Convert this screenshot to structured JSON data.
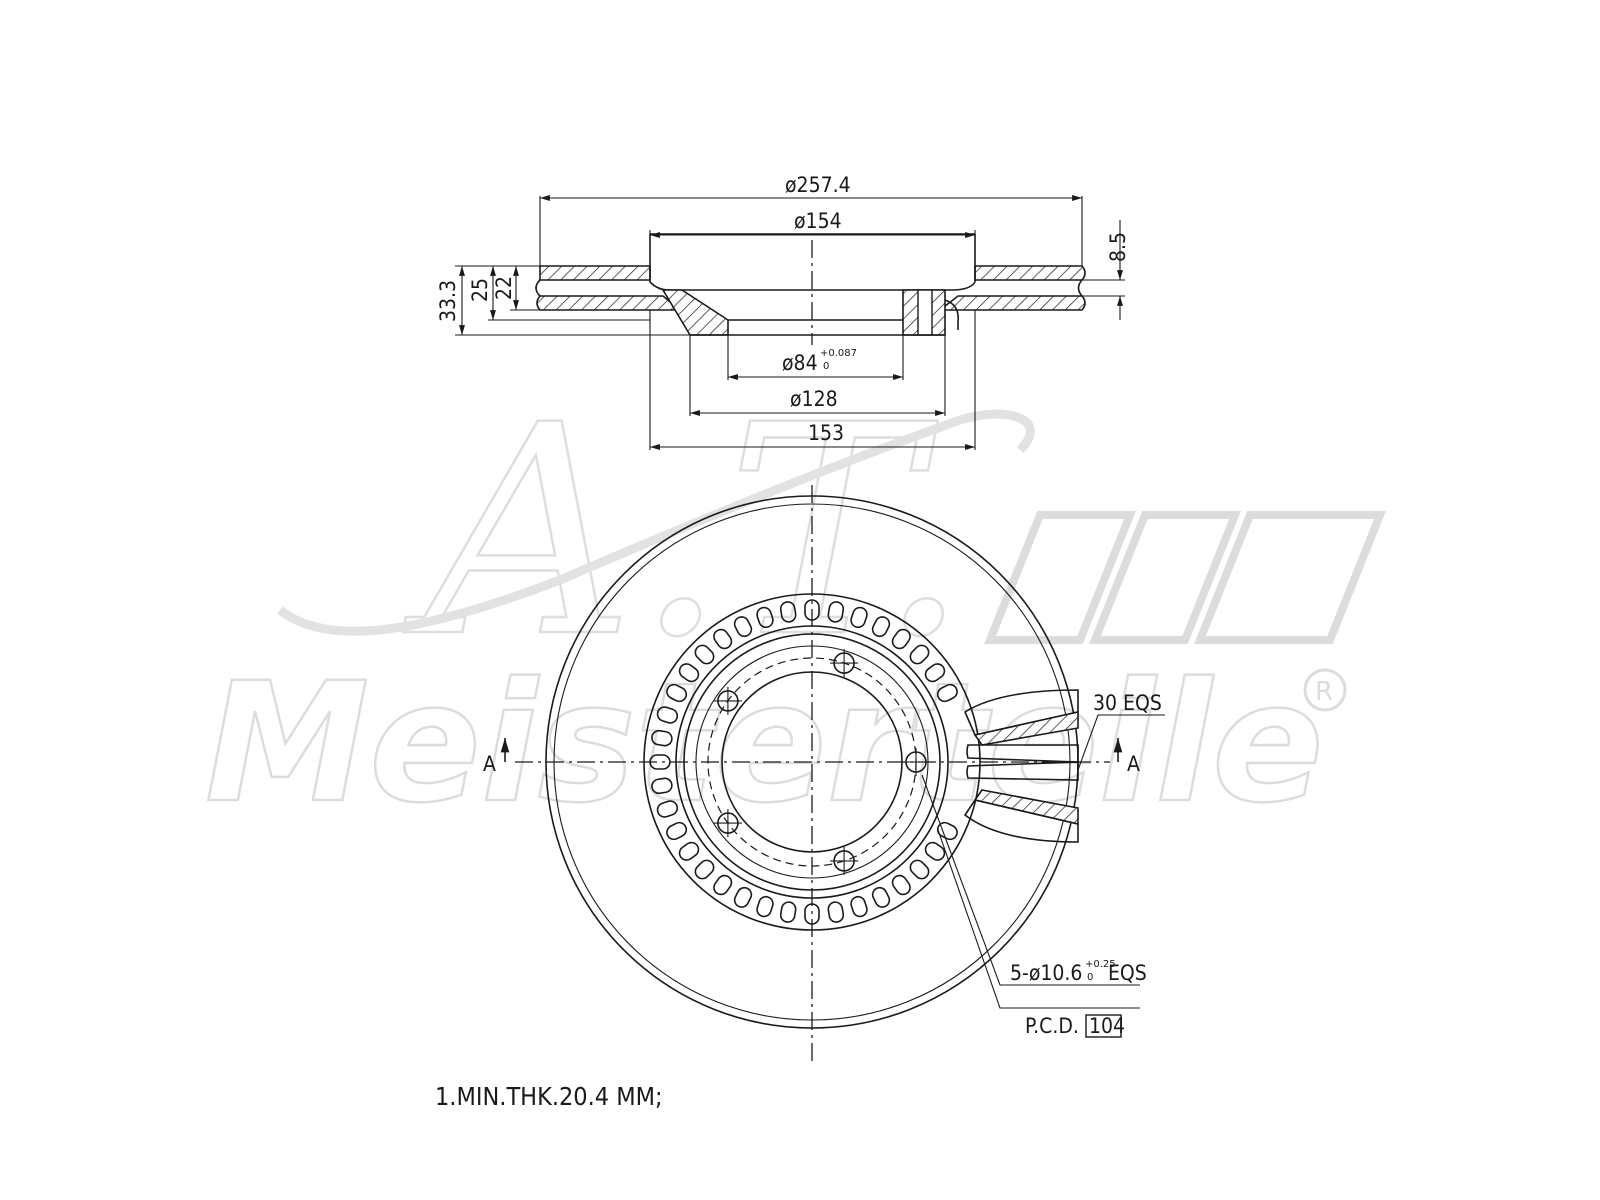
{
  "watermark": {
    "script_text": "A.T.",
    "brand_text": "Meisterteile",
    "registered_mark": "R"
  },
  "section_view": {
    "dims": {
      "outer_diameter": "ø257.4",
      "hat_diameter": "ø154",
      "center_bore_base": "ø84",
      "center_bore_tol_upper": "+0.087",
      "center_bore_tol_lower": "0",
      "hub_face_diameter": "ø128",
      "hat_outer": "153",
      "height_total": "33.3",
      "height_25": "25",
      "disc_thickness": "22",
      "hat_wall": "8.5"
    }
  },
  "front_view": {
    "section_label_left": "A",
    "section_label_right": "A",
    "vane_count": "30 EQS",
    "bolt_holes_prefix": "5-ø10.6",
    "bolt_holes_tol_upper": "+0.25",
    "bolt_holes_tol_lower": "0",
    "bolt_holes_suffix": "EQS",
    "pcd_label": "P.C.D.",
    "pcd_value": "104"
  },
  "notes": {
    "note_1": "1.MIN.THK.20.4  MM;"
  }
}
